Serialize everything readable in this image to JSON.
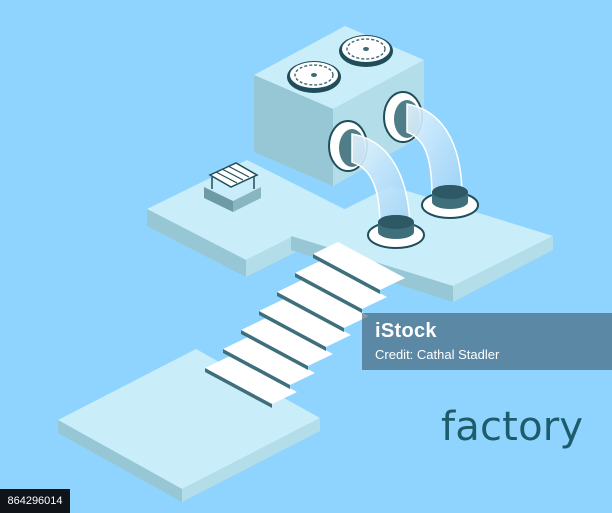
{
  "caption": "factory",
  "watermark": {
    "logo": "iStock",
    "credit": "Credit: Cathal Stadler"
  },
  "stock_id": "864296014",
  "colors": {
    "background": "#8fd3ff",
    "platform_top": "#c9eefa",
    "platform_left": "#97c7d4",
    "platform_right": "#b3dde8",
    "pipe_glass": "#c3e5ff",
    "caption_text": "#1e5c6b"
  },
  "icons": [
    "fan-icon",
    "fan-icon",
    "ventilation-grille-icon"
  ]
}
